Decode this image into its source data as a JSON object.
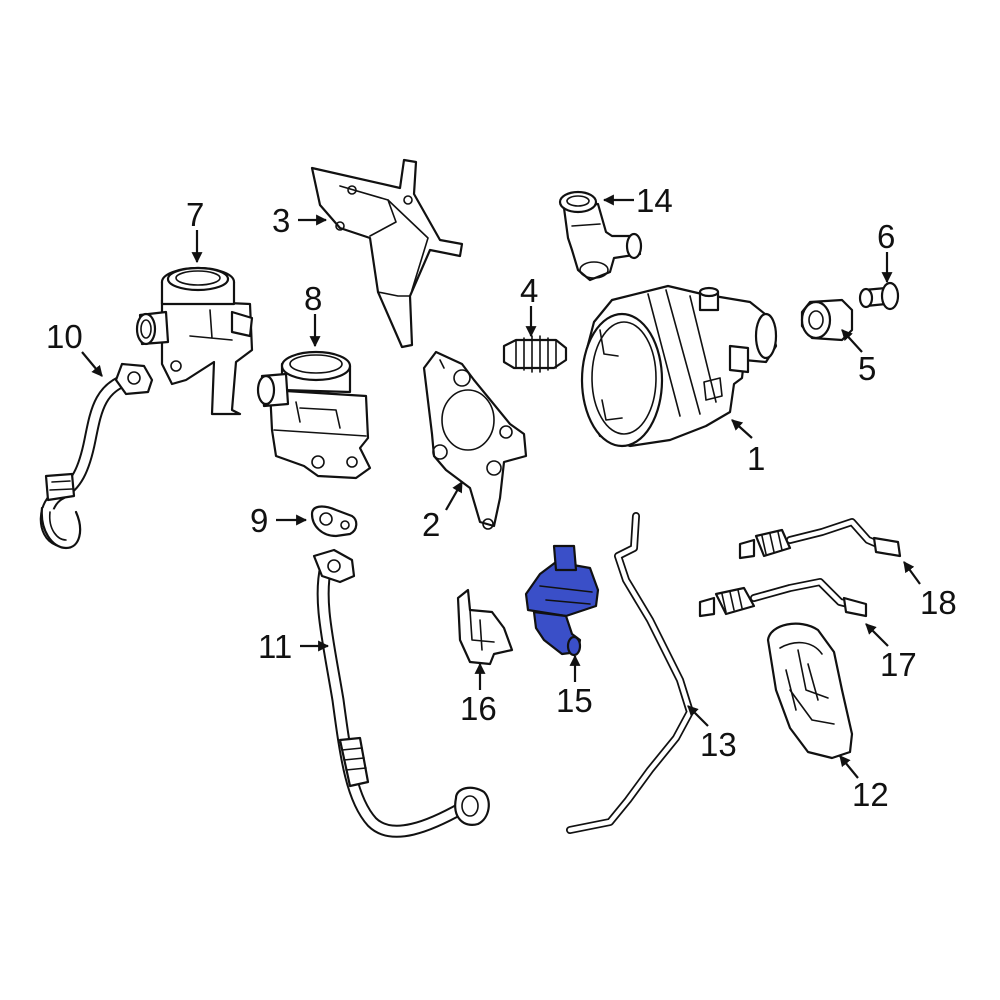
{
  "colors": {
    "line": "#111111",
    "background": "#ffffff",
    "highlight": "#3a4fc8"
  },
  "highlighted_part": "15",
  "callouts": [
    {
      "id": "c1",
      "label": "1"
    },
    {
      "id": "c2",
      "label": "2"
    },
    {
      "id": "c3",
      "label": "3"
    },
    {
      "id": "c4",
      "label": "4"
    },
    {
      "id": "c5",
      "label": "5"
    },
    {
      "id": "c6",
      "label": "6"
    },
    {
      "id": "c7",
      "label": "7"
    },
    {
      "id": "c8",
      "label": "8"
    },
    {
      "id": "c9",
      "label": "9"
    },
    {
      "id": "c10",
      "label": "10"
    },
    {
      "id": "c11",
      "label": "11"
    },
    {
      "id": "c12",
      "label": "12"
    },
    {
      "id": "c13",
      "label": "13"
    },
    {
      "id": "c14",
      "label": "14"
    },
    {
      "id": "c15",
      "label": "15"
    },
    {
      "id": "c16",
      "label": "16"
    },
    {
      "id": "c17",
      "label": "17"
    },
    {
      "id": "c18",
      "label": "18"
    }
  ]
}
